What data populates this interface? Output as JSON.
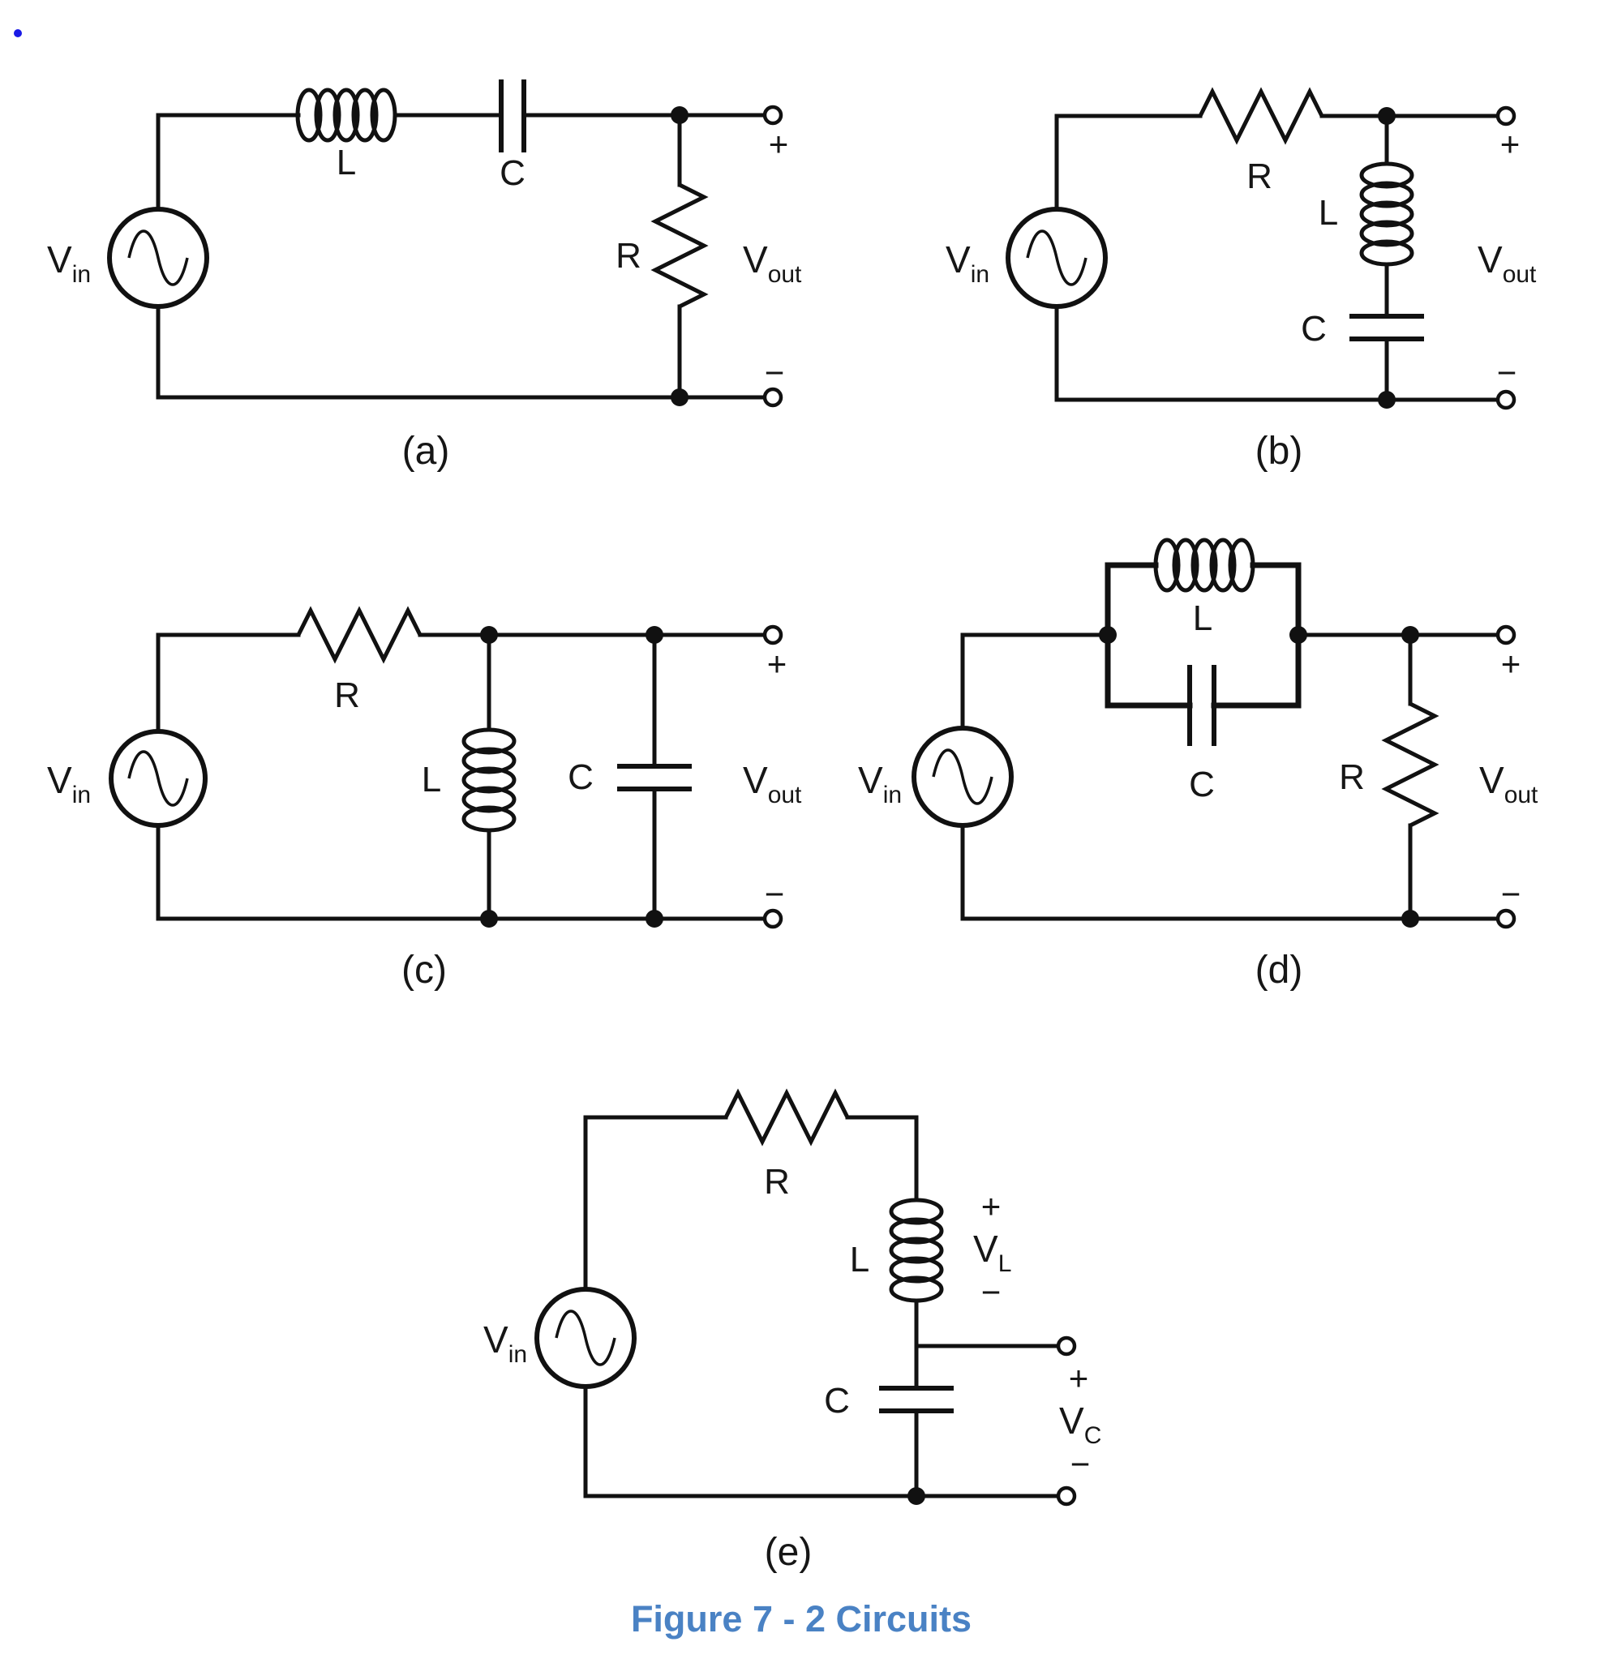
{
  "figure": {
    "caption": "Figure 7 - 2 Circuits",
    "caption_color": "#4a82c4"
  },
  "symbols": {
    "plus": "+",
    "minus": "−"
  },
  "source_label": {
    "main": "V",
    "sub": "in"
  },
  "output_label": {
    "main": "V",
    "sub": "out"
  },
  "circuits": {
    "a": {
      "tag": "(a)",
      "r": "R",
      "l": "L",
      "c": "C"
    },
    "b": {
      "tag": "(b)",
      "r": "R",
      "l": "L",
      "c": "C"
    },
    "c": {
      "tag": "(c)",
      "r": "R",
      "l": "L",
      "c": "C"
    },
    "d": {
      "tag": "(d)",
      "r": "R",
      "l": "L",
      "c": "C"
    },
    "e": {
      "tag": "(e)",
      "r": "R",
      "l": "L",
      "c": "C",
      "vl": {
        "main": "V",
        "sub": "L"
      },
      "vc": {
        "main": "V",
        "sub": "C"
      }
    }
  }
}
